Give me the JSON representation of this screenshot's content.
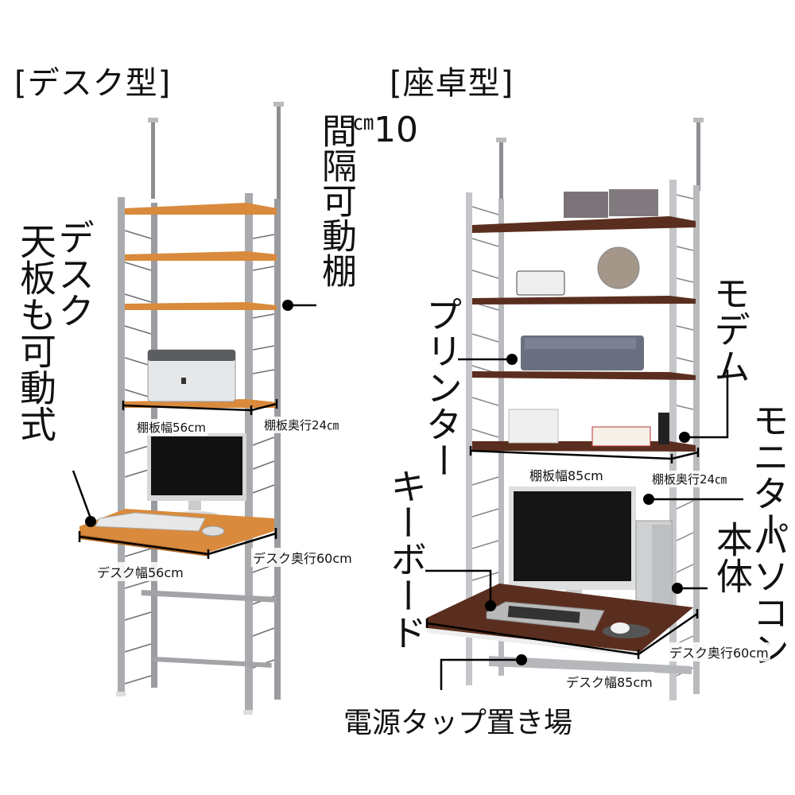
{
  "left_panel": {
    "title": "[デスク型]",
    "callout_shelf": "10㎝間隔可動棚",
    "callout_shelf_number": "10",
    "callout_shelf_unit": "㎝",
    "callout_shelf_text": "間隔可動棚",
    "callout_desk_line1": "デスク",
    "callout_desk_line2": "天板も可動式",
    "dim_shelf_width": "棚板幅56cm",
    "dim_shelf_depth": "棚板奥行24㎝",
    "dim_desk_width": "デスク幅56cm",
    "dim_desk_depth": "デスク奥行60cm",
    "colors": {
      "shelf": "#d98a3c",
      "frame": "#a9abae",
      "monitor": "#111111"
    }
  },
  "right_panel": {
    "title": "[座卓型]",
    "callout_printer": "プリンター",
    "callout_keyboard": "キーボード",
    "callout_modem": "モデム",
    "callout_monitor": "モニター",
    "callout_pc_line1": "パソコン",
    "callout_pc_line2": "本体",
    "callout_power_tap": "電源タップ置き場",
    "dim_shelf_width": "棚板幅85cm",
    "dim_shelf_depth": "棚板奥行24㎝",
    "dim_desk_width": "デスク幅85cm",
    "dim_desk_depth": "デスク奥行60cm",
    "colors": {
      "shelf": "#5a2e1e",
      "frame": "#c4c6c9",
      "monitor": "#111111"
    }
  }
}
